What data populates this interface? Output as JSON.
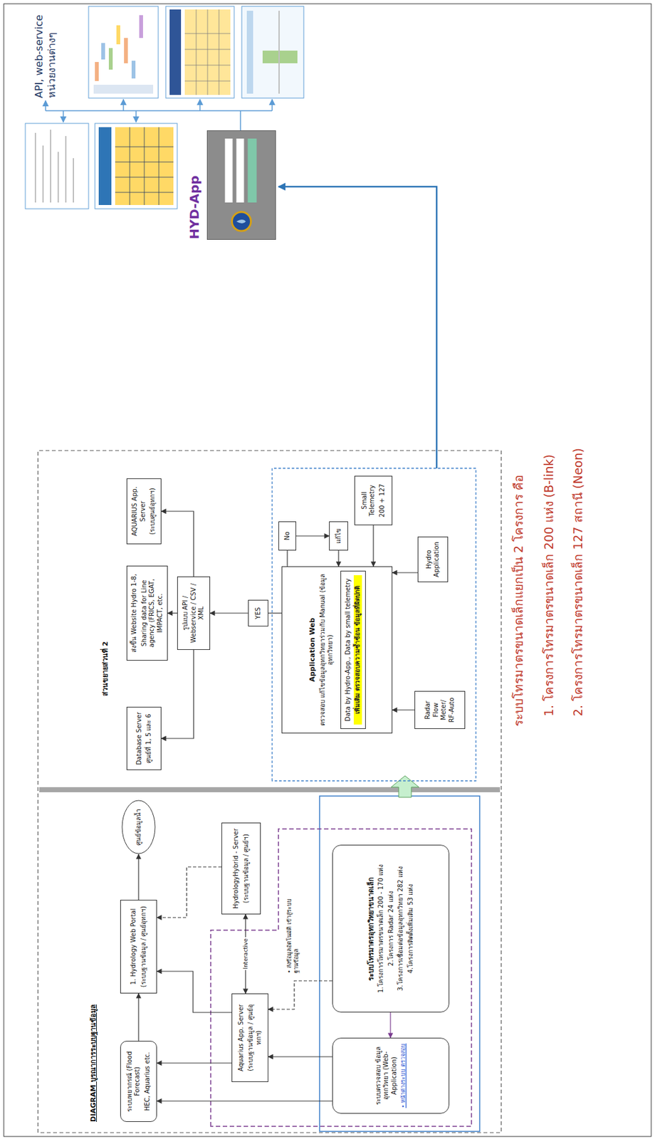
{
  "diagram": {
    "title": "DIAGRAM บูรณาการระบบฐานข้อมูล",
    "nodes": [
      {
        "text": [
          "ระบบพยากรณ์ (Flood Forecast)",
          "HEC, Aquarius etc."
        ]
      },
      {
        "text": [
          "1. Hydrology Web Portal",
          "(ระบบฐานข้อมูล / ศูนย์อุทกฯ)"
        ]
      },
      {
        "text": [
          "ศูนย์ข้อมูลน้ำ"
        ]
      },
      {
        "text": [
          "Aquarius App. Server",
          "(ระบบฐานข้อมูล / ศูนย์อุทกฯ)"
        ]
      },
      {
        "text": [
          "HydrologyHybrid - Server",
          "(ระบบฐานข้อมูล / ศูนย์ฯ)"
        ]
      },
      {
        "text": [
          "ระบบตรวจสอบ ข้อมูลอุทกวิทยา (Web-Application)",
          "• หน้าต่างระบบ ตรวจสอบ"
        ]
      },
      {
        "text": [
          "ระบบโทรมาตรอุทกวิทยาขนาดเล็ก",
          "1.โครงการโทรมาตรขนาดเล็ก 200 - 170 แห่ง",
          "2.โครงการ Radar 24 แห่ง",
          "3.โครงการเชื่อมต่อข้อมูลอุทกวิทยา 282 แห่ง",
          "4.โครงการติดตั้งเพิ่มเติม 53 แห่ง"
        ]
      },
      {
        "text": [
          "Database Server",
          "ศูนย์ที่ 1, 5 และ 6"
        ]
      },
      {
        "text": [
          "ส่งขึ้น Website Hydro 1-8,",
          "Sharing data for Line agency (FRICS, EGAT, IMPACT, etc."
        ]
      },
      {
        "text": [
          "AQUARIUS App. Server",
          "(ระบบศูนย์อุทกฯ)"
        ]
      },
      {
        "text": [
          "รูปแบบ API / Webservice / CSV / XML"
        ]
      },
      {
        "text": [
          "YES"
        ]
      },
      {
        "text": [
          "Application Web",
          "ตรวจสอบ แก้ไขข้อมูลอุทกวิทยาร่วมกับ Manual (ข้อมูลอุทกวิทยา)"
        ]
      },
      {
        "text": [
          "Data by Hydro-App., Data by small telemetry",
          "เพิ่มเติม ตรวจสอบความซ้ำซ้อน ข้อมูลที่ผิดปกติ"
        ],
        "in": 12
      },
      {
        "text": [
          "No"
        ]
      },
      {
        "text": [
          "แก้ไข"
        ]
      },
      {
        "text": [
          "Radar Flow Meter/ RF-Auto"
        ]
      },
      {
        "text": [
          "Hydro Application"
        ]
      },
      {
        "text": [
          "Small Telemetry",
          "200 + 127"
        ]
      },
      {
        "text": [
          "HYD-App"
        ]
      }
    ],
    "edges": [
      {
        "from": 0,
        "to": 1,
        "arrow": "to"
      },
      {
        "from": 1,
        "to": 2,
        "arrow": "to"
      },
      {
        "from": 3,
        "to": 0,
        "arrow": "to"
      },
      {
        "from": 3,
        "to": 1,
        "arrow": "to"
      },
      {
        "from": 3,
        "to": 4,
        "label": "Interactive",
        "arrow": "both"
      },
      {
        "from": 4,
        "to": 1,
        "arrow": "to"
      },
      {
        "from": 5,
        "to": 0,
        "arrow": "to"
      },
      {
        "from": 5,
        "to": 3,
        "arrow": "to"
      },
      {
        "from": 6,
        "to": 3,
        "arrow": "to"
      },
      {
        "from": 6,
        "to": 5,
        "arrow": "to"
      },
      {
        "from": 12,
        "to": 11,
        "arrow": "none"
      },
      {
        "from": 11,
        "to": 10,
        "arrow": "to"
      },
      {
        "from": 10,
        "to": 7,
        "arrow": "to"
      },
      {
        "from": 10,
        "to": 8,
        "arrow": "to"
      },
      {
        "from": 10,
        "to": 9,
        "arrow": "to"
      },
      {
        "from": 12,
        "to": 14,
        "arrow": "none"
      },
      {
        "from": 14,
        "to": 15,
        "arrow": "to"
      },
      {
        "from": 15,
        "to": 12,
        "arrow": "to"
      },
      {
        "from": 16,
        "to": 12,
        "arrow": "to"
      },
      {
        "from": 17,
        "to": 12,
        "arrow": "to"
      },
      {
        "from": 18,
        "to": 12,
        "arrow": "to"
      }
    ],
    "labels": [
      "ส่วนขยายส่วนที่ 2",
      "• ส่งข้อมูลอัตโนมัติ เข้าสู่ระบบฐานข้อมูล",
      "API, web-service หน่วยงานต่างๆ",
      "ระบบโทรมาตรขนาดเล็กแยกเป็น 2 โครงการ คือ",
      "1. โครงการโทรมาตรขนาดเล็ก 200 แห่ง (B-link)",
      "2. โครงการโทรมาตรขนาดเล็ก 127 สถานี (Neon)"
    ]
  }
}
